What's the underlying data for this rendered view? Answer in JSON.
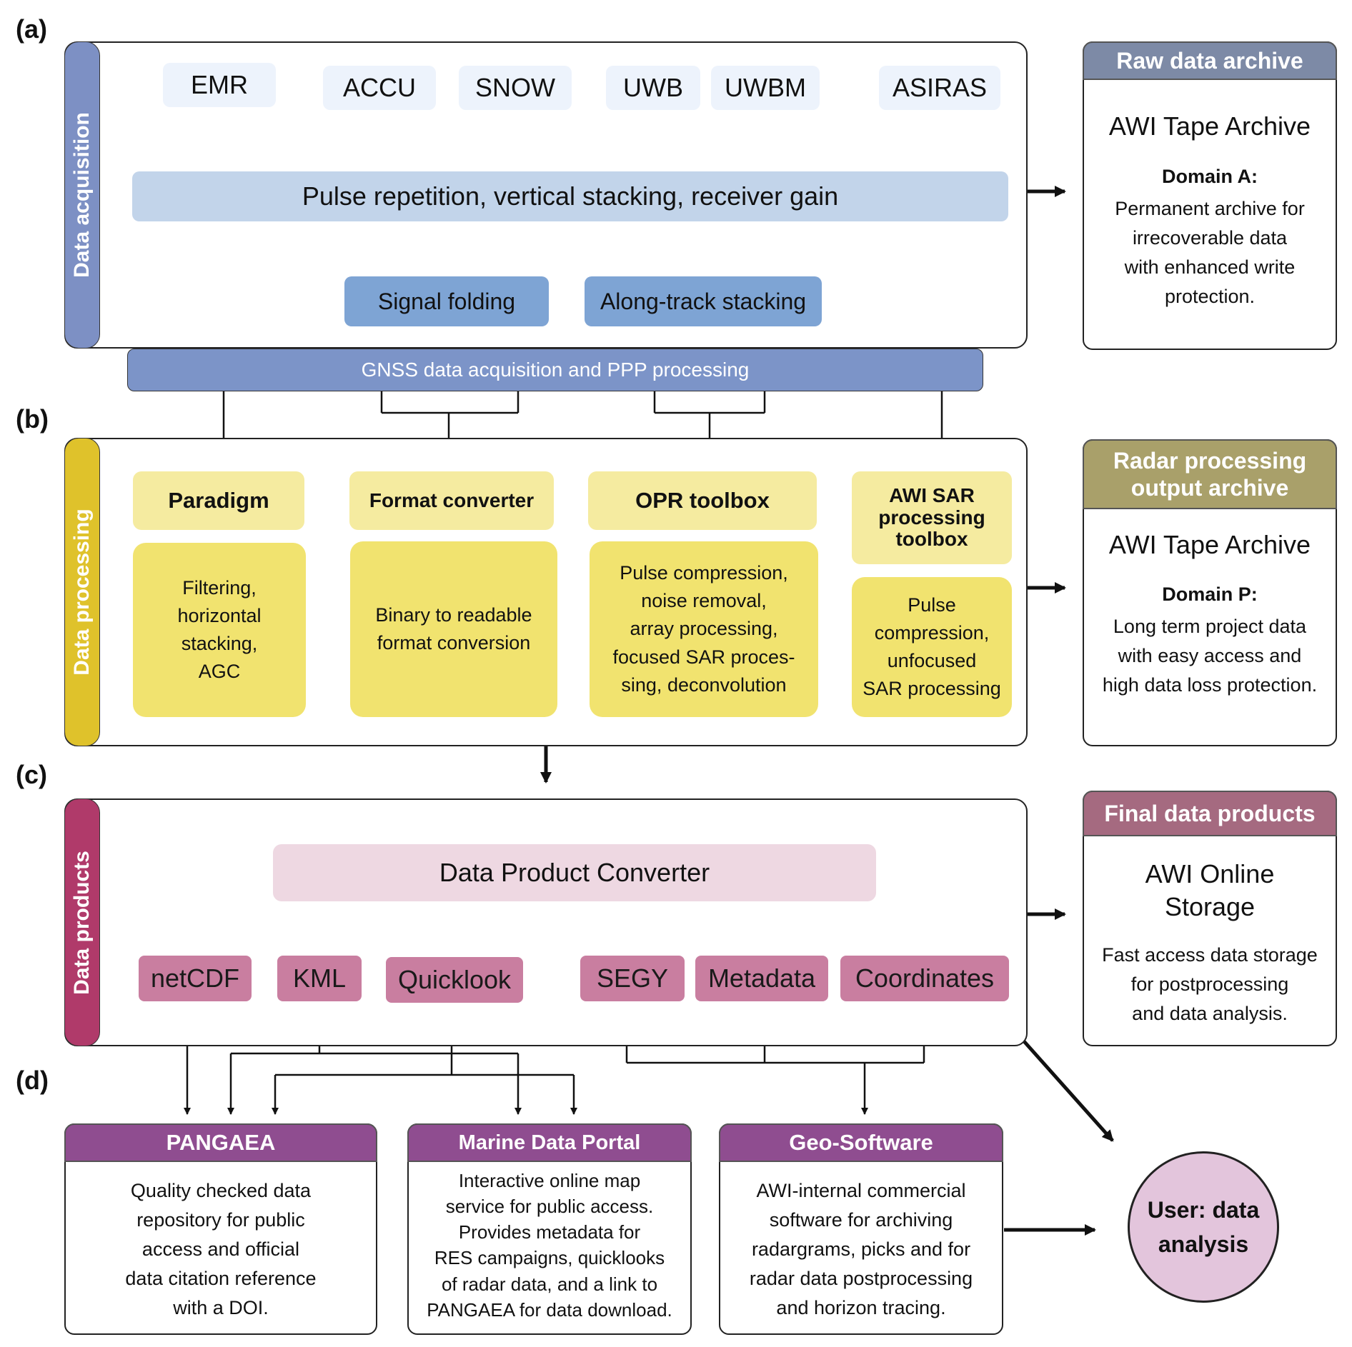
{
  "panels": {
    "a": "(a)",
    "b": "(b)",
    "c": "(c)",
    "d": "(d)"
  },
  "sections": {
    "acquisition": {
      "label": "Data acquisition",
      "color": "#7d90c4"
    },
    "processing": {
      "label": "Data processing",
      "color": "#dfc22b"
    },
    "products": {
      "label": "Data products",
      "color": "#b03a6a"
    }
  },
  "instruments": [
    "EMR",
    "ACCU",
    "SNOW",
    "UWB",
    "UWBM",
    "ASIRAS"
  ],
  "pulse_bar": "Pulse repetition, vertical stacking, receiver gain",
  "signal_folding": "Signal folding",
  "along_track": "Along-track stacking",
  "gnss": "GNSS data  acquisition and PPP processing",
  "processing_tools": [
    {
      "title": "Paradigm",
      "body": "Filtering,\nhorizontal\nstacking,\nAGC"
    },
    {
      "title": "Format converter",
      "body": "Binary to readable\nformat conversion"
    },
    {
      "title": "OPR toolbox",
      "body": "Pulse compression,\nnoise removal,\narray processing,\nfocused SAR proces-\nsing, deconvolution"
    },
    {
      "title": "AWI SAR\nprocessing\ntoolbox",
      "body": "Pulse\ncompression,\nunfocused\nSAR processing"
    }
  ],
  "converter": "Data Product Converter",
  "formats": [
    "netCDF",
    "KML",
    "Quicklook",
    "SEGY",
    "Metadata",
    "Coordinates"
  ],
  "archives": [
    {
      "header": "Raw data archive",
      "title": "AWI Tape Archive",
      "subtitle": "Domain A:",
      "body": "Permanent archive for\nirrecoverable data\nwith enhanced write\nprotection.",
      "color": "#7d8aa6"
    },
    {
      "header": "Radar processing\noutput archive",
      "title": "AWI Tape Archive",
      "subtitle": "Domain P:",
      "body": "Long term project data\nwith easy access and\nhigh data loss protection.",
      "color": "#a9a06a"
    },
    {
      "header": "Final data products",
      "title": "AWI Online\nStorage",
      "subtitle": "",
      "body": "Fast access data storage\nfor postprocessing\nand data analysis.",
      "color": "#a56a80"
    }
  ],
  "destinations": [
    {
      "header": "PANGAEA",
      "body": "Quality checked data\nrepository for public\naccess and official\ndata citation reference\nwith a DOI."
    },
    {
      "header": "Marine Data Portal",
      "body": "Interactive online map\nservice for public access.\nProvides metadata for\nRES campaigns, quicklooks\nof radar data, and a link to\nPANGAEA for data download."
    },
    {
      "header": "Geo-Software",
      "body": "AWI-internal commercial\nsoftware for archiving\nradargrams, picks and for\nradar data postprocessing\nand horizon tracing."
    }
  ],
  "user": "User: data\nanalysis",
  "colors": {
    "bar_light": "#c2d4ea",
    "bar_mid": "#7ea4d4",
    "bar_dark": "#7c94c8",
    "converter": "#eed8e2",
    "user_fill": "#e3c5dc"
  }
}
